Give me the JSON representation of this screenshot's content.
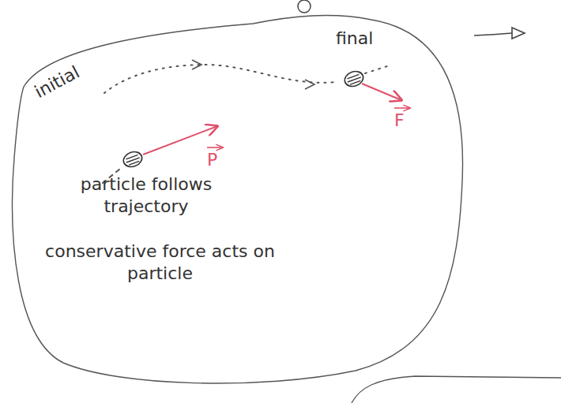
{
  "diagram": {
    "nodes": [
      {
        "text": [
          "particle follows trajectory",
          "conservative force acts on particle"
        ]
      }
    ],
    "labels": [
      "initial",
      "final",
      "P",
      "F"
    ]
  }
}
